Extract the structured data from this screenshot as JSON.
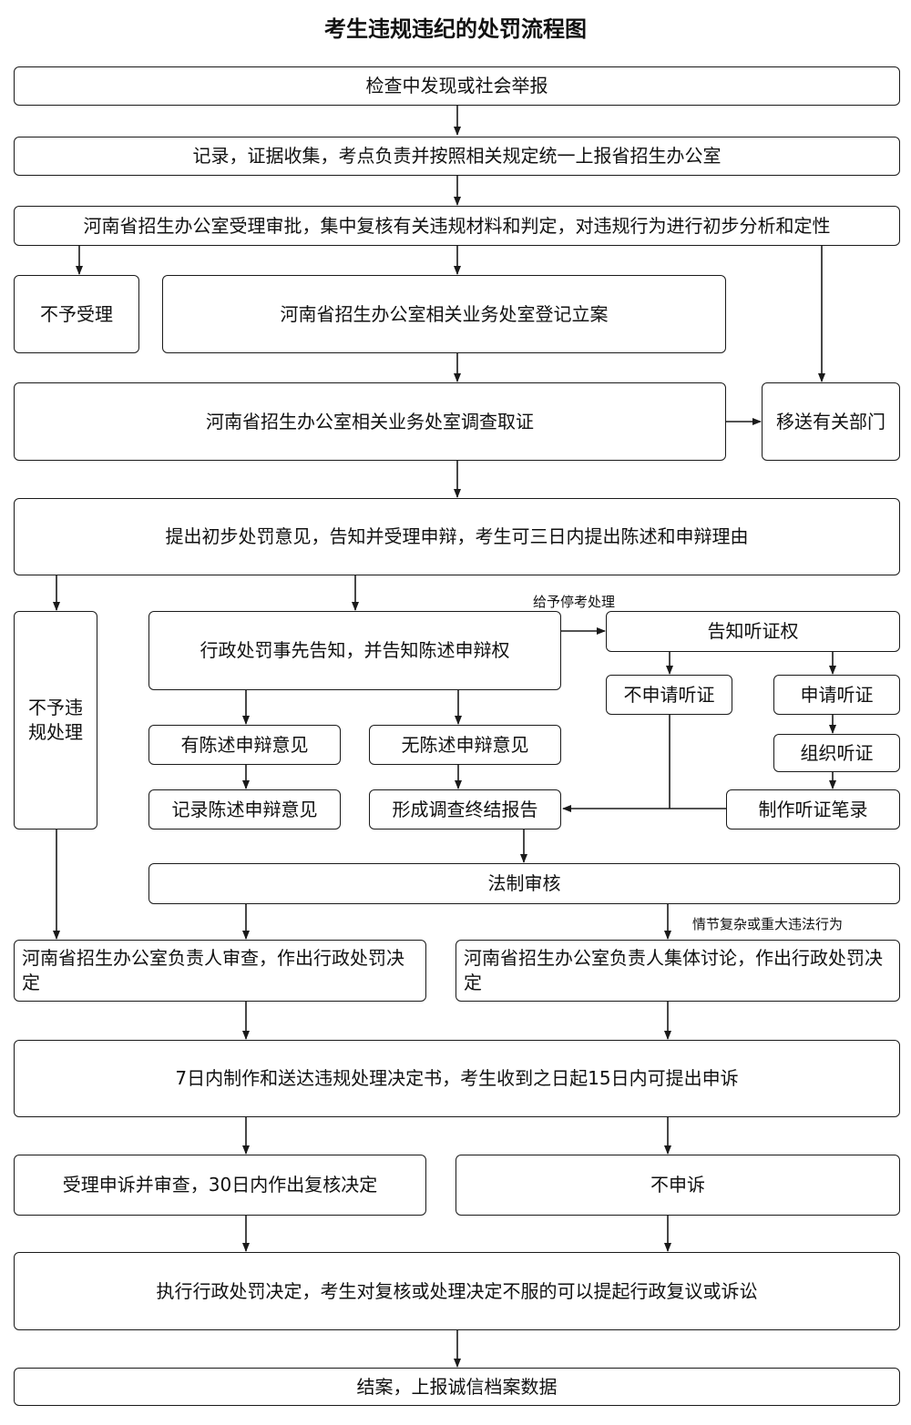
{
  "title": "考生违规违纪的处罚流程图",
  "nodes": {
    "n1": "检查中发现或社会举报",
    "n2": "记录，证据收集，考点负责并按照相关规定统一上报省招生办公室",
    "n3": "河南省招生办公室受理审批，集中复核有关违规材料和判定，对违规行为进行初步分析和定性",
    "n4": "不予受理",
    "n5": "河南省招生办公室相关业务处室登记立案",
    "n6": "河南省招生办公室相关业务处室调查取证",
    "n7": "移送有关部门",
    "n8": "提出初步处罚意见，告知并受理申辩，考生可三日内提出陈述和申辩理由",
    "n9": "不予违规处理",
    "n10": "行政处罚事先告知，并告知陈述申辩权",
    "n11": "告知听证权",
    "n12": "不申请听证",
    "n13": "申请听证",
    "n14": "有陈述申辩意见",
    "n15": "无陈述申辩意见",
    "n16": "组织听证",
    "n17": "记录陈述申辩意见",
    "n18": "形成调查终结报告",
    "n19": "制作听证笔录",
    "n20": "法制审核",
    "n21": "河南省招生办公室负责人审查，作出行政处罚决定",
    "n22": "河南省招生办公室负责人集体讨论，作出行政处罚决定",
    "n23": "7日内制作和送达违规处理决定书，考生收到之日起15日内可提出申诉",
    "n24": "受理申诉并审查，30日内作出复核决定",
    "n25": "不申诉",
    "n26": "执行行政处罚决定，考生对复核或处理决定不服的可以提起行政复议或诉讼",
    "n27": "结案，上报诚信档案数据"
  },
  "notes": {
    "suspend": "给予停考处理",
    "complex": "情节复杂或重大违法行为"
  },
  "colors": {
    "line": "#1a1a1a",
    "background": "#ffffff"
  }
}
